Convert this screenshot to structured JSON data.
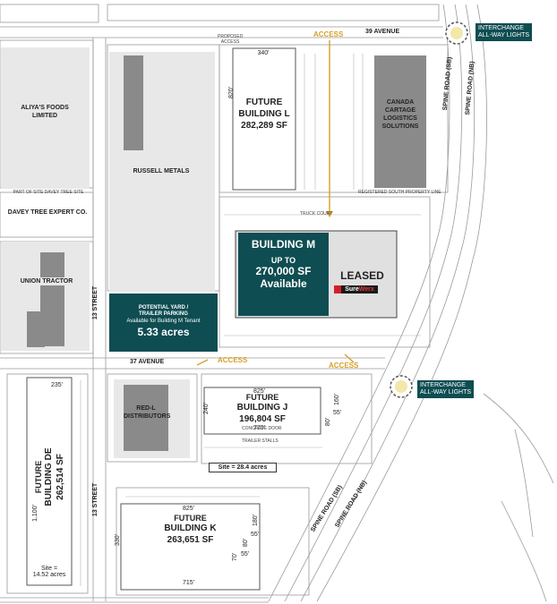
{
  "colors": {
    "teal": "#0e4d52",
    "access": "#d8a02a",
    "building_gray": "#8a8a8a",
    "light_gray": "#e8e8e8",
    "road_line": "#9a9a9a"
  },
  "roads": {
    "avenue_39": "39 AVENUE",
    "avenue_37": "37 AVENUE",
    "street_13_north": "13 STREET",
    "street_13_south": "13 STREET",
    "spine_sb": "SPINE ROAD (SB)",
    "spine_nb": "SPINE ROAD (NB)",
    "spine_sb_south": "SPINE ROAD (SB)",
    "spine_nb_south": "SPINE ROAD (NB)"
  },
  "interchanges": {
    "north": {
      "line1": "INTERCHANGE",
      "line2": "ALL-WAY LIGHTS"
    },
    "south": {
      "line1": "INTERCHANGE",
      "line2": "ALL-WAY LIGHTS"
    }
  },
  "access": {
    "north": "ACCESS",
    "mid_left": "ACCESS",
    "mid_right": "ACCESS"
  },
  "tenants": {
    "aliyas": {
      "line1": "ALIYA'S FOODS",
      "line2": "LIMITED"
    },
    "russell": "RUSSELL METALS",
    "davey": "DAVEY TREE EXPERT CO.",
    "union": "UNION TRACTOR",
    "canada": {
      "line1": "CANADA",
      "line2": "CARTAGE",
      "line3": "LOGISTICS",
      "line4": "SOLUTIONS"
    },
    "redl": {
      "line1": "RED-L",
      "line2": "DISTRIBUTORS"
    }
  },
  "building_l": {
    "line1": "FUTURE",
    "line2": "BUILDING L",
    "line3": "282,289 SF",
    "dim_top": "340'",
    "dim_side": "820'"
  },
  "building_m": {
    "title": "BUILDING M",
    "line1": "UP TO",
    "line2": "270,000 SF",
    "line3": "Available",
    "leased": "LEASED",
    "brand_sure": "Sure",
    "brand_werx": "Werx"
  },
  "yard": {
    "line1": "POTENTIAL YARD /",
    "line2": "TRAILER PARKING",
    "line3": "Available for Building M Tenant",
    "acres": "5.33 acres"
  },
  "building_j": {
    "line1": "FUTURE",
    "line2": "BUILDING J",
    "line3": "196,804 SF",
    "dim_top": "825'",
    "dim_bottom": "770'",
    "dim_left": "240'",
    "dim_r1": "160'",
    "dim_r2": "55'",
    "dim_r3": "80'"
  },
  "site_j": "Site = 28.4 acres",
  "building_de": {
    "line1": "FUTURE",
    "line2": "BUILDING DE",
    "line3": "262,514 SF",
    "dim_top": "235'",
    "dim_side": "1,100'",
    "site_line1": "Site =",
    "site_line2": "14.52 acres"
  },
  "building_k": {
    "line1": "FUTURE",
    "line2": "BUILDING K",
    "line3": "263,651 SF",
    "dim_top": "825'",
    "dim_bottom": "715'",
    "dim_left": "330'",
    "dim_r1": "180'",
    "dim_r2": "55'",
    "dim_r3": "80'",
    "dim_r4": "70'",
    "dim_r5": "55'"
  },
  "notes": {
    "proposed_access": "PROPOSED ACCESS",
    "south_property_line": "REGISTERED SOUTH PROPERTY LINE",
    "part_of_site": "PART OF SITE DAVEY TREE SITE",
    "truck_court": "TRUCK COURT",
    "trailer_stalls": "TRAILER STALLS",
    "concrete_door": "CONCRETE DOOR"
  }
}
